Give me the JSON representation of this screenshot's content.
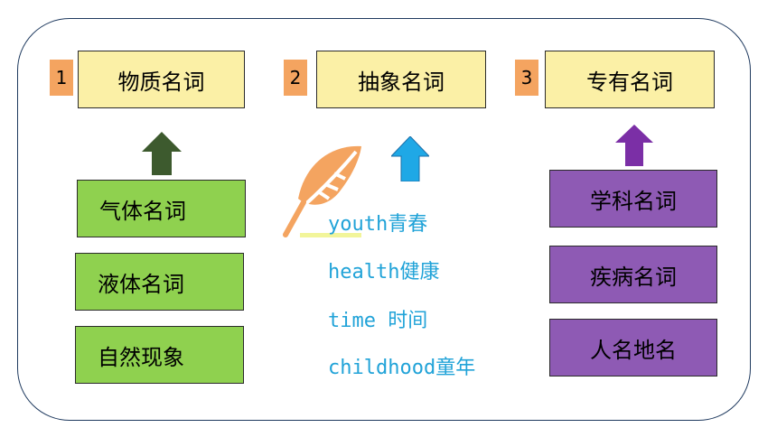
{
  "categories": [
    {
      "num": "1",
      "label": "物质名词"
    },
    {
      "num": "2",
      "label": "抽象名词"
    },
    {
      "num": "3",
      "label": "专有名词"
    }
  ],
  "material_items": [
    "气体名词",
    "液体名词",
    "自然现象"
  ],
  "abstract_examples": [
    "youth青春",
    "health健康",
    "time 时间",
    "childhood童年"
  ],
  "proper_items": [
    "学科名词",
    "疾病名词",
    "人名地名"
  ],
  "colors": {
    "number_tag": "#f4a460",
    "category_box": "#fbf0a6",
    "material_box": "#8fd14f",
    "proper_box": "#8e5ab4",
    "example_text": "#21a3d8",
    "arrow_material": "#3d5a2e",
    "arrow_abstract": "#1fa8e6",
    "arrow_proper": "#7b2fa6",
    "leaf": "#f4a460"
  },
  "icons": [
    "up-arrow-icon",
    "leaf-icon"
  ]
}
